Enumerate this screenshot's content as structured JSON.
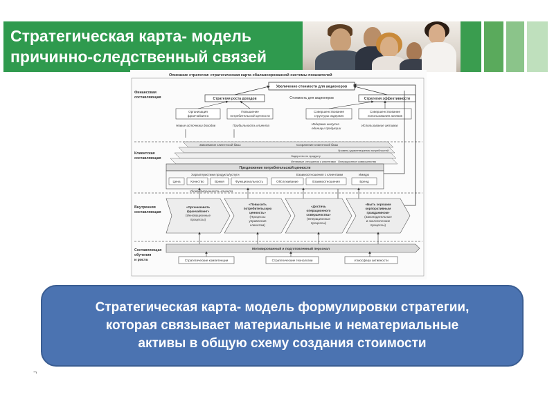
{
  "header": {
    "title_line1": "Стратегическая карта- модель",
    "title_line2": "причинно-следственный связей",
    "bg_color": "#2f9a4e",
    "stripe_colors": [
      "#3a9d4f",
      "#ffffff",
      "#5aaa5c",
      "#ffffff",
      "#8bc48a",
      "#ffffff",
      "#bfe0bd"
    ]
  },
  "diagram": {
    "caption": "Описание стратегии: стратегическая карта сбалансированной системы показателей",
    "perspectives": {
      "financial": [
        "Финансовая",
        "составляющая"
      ],
      "customer": [
        "Клиентская",
        "составляющая"
      ],
      "internal": [
        "Внутренняя",
        "составляющая"
      ],
      "learning": [
        "Составляющая",
        "обучения",
        "и роста"
      ]
    },
    "financial": {
      "top_goal": "Увеличение стоимости для акционеров",
      "growth": "Стратегия роста доходов",
      "shareholder_value": "Стоимость для акционеров",
      "efficiency": "Стратегия эффективности",
      "boxes": [
        [
          "Организация",
          "франчайзинга"
        ],
        [
          "Повышение",
          "потребительской ценности"
        ],
        [
          "Совершенствование",
          "структуры издержек"
        ],
        [
          "Совершенствование",
          "использования активов"
        ]
      ],
      "labels": [
        "Новые источники доходов",
        "Прибыльность клиента",
        "Издержки выпуска",
        "единицы продукции",
        "Использование активов"
      ]
    },
    "customer": {
      "bands": [
        "Завоевание клиентской базы",
        "Сохранение клиентской базы",
        "Уровень удовлетворения потребностей",
        "Лидерство по продукту",
        "Интимные отношения с клиентами",
        "Операционное совершенство"
      ],
      "value_prop": "Предложение потребительской ценности",
      "product_attrs": "Характеристики продукта/услуги",
      "relationships": "Взаимоотношения с клиентами",
      "image": "Имидж",
      "attr_boxes": [
        "Цена",
        "Качество",
        "Время",
        "Функциональность"
      ],
      "rel_boxes": [
        "Обслуживание",
        "Взаимоотношения"
      ],
      "brand": "Бренд",
      "intimacy": "Удовлетворенность клиента"
    },
    "internal": {
      "chevrons": [
        [
          "«Организовать",
          "франчайзинг»",
          "(Инновационные",
          "процессы)"
        ],
        [
          "«Повысить",
          "потребительскую",
          "ценность»",
          "(Процессы",
          "управления",
          "клиентом)"
        ],
        [
          "«Достичь",
          "операционного",
          "совершенства»",
          "(Операционные",
          "процессы)"
        ],
        [
          "«Быть хорошим",
          "корпоративным",
          "гражданином»",
          "(Законодательные",
          "и экологические",
          "процессы)"
        ]
      ]
    },
    "learning": {
      "workforce": "Мотивированный и подготовленный персонал",
      "boxes": [
        "Стратегические компетенции",
        "Стратегические технологии",
        "Атмосфера активности"
      ]
    }
  },
  "callout": {
    "line1": "Стратегическая карта- модель формулировки стратегии,",
    "line2": "которая связывает материальные и нематериальные",
    "line3": "активы в общую схему создания стоимости",
    "bg_color": "#4b73b1"
  },
  "footer": {
    "mark": "¬"
  }
}
